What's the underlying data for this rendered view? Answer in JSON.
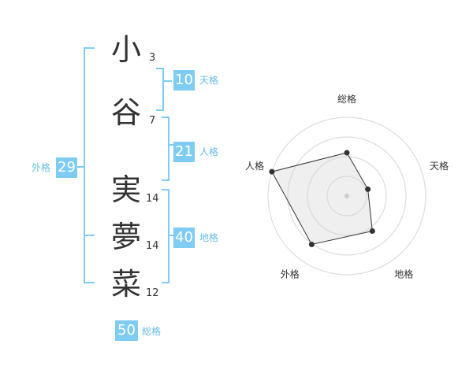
{
  "name": {
    "chars": [
      {
        "char": "小",
        "strokes": "3"
      },
      {
        "char": "谷",
        "strokes": "7"
      },
      {
        "char": "実",
        "strokes": "14"
      },
      {
        "char": "夢",
        "strokes": "14"
      },
      {
        "char": "菜",
        "strokes": "12"
      }
    ]
  },
  "kaku": {
    "tenkaku": {
      "value": "10",
      "label": "天格"
    },
    "jinkaku": {
      "value": "21",
      "label": "人格"
    },
    "chikaku": {
      "value": "40",
      "label": "地格"
    },
    "gaikaku": {
      "value": "29",
      "label": "外格"
    },
    "soukaku": {
      "value": "50",
      "label": "総格"
    }
  },
  "colors": {
    "accent": "#7fccf2",
    "accent_text": "#66bde9",
    "text": "#333333"
  },
  "chart_data": {
    "type": "radar",
    "axes": [
      "総格",
      "天格",
      "地格",
      "外格",
      "人格"
    ],
    "values": [
      0.55,
      0.28,
      0.55,
      0.76,
      1.0
    ],
    "rings": 4
  }
}
